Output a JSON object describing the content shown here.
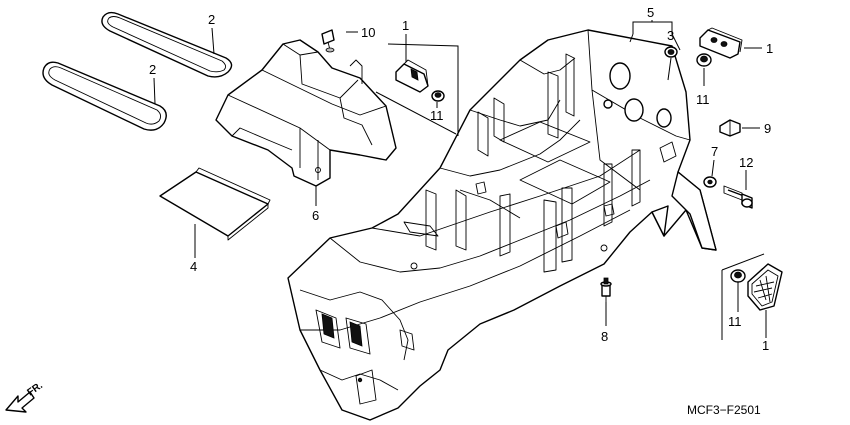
{
  "diagram_code": "MCF3−F2501",
  "direction_label": "FR.",
  "callouts": {
    "c1_top_bracket": "1",
    "c1_top_pad": "1",
    "c1_bottom_pad": "1",
    "c2_top_seal": "2",
    "c2_lower_seal": "2",
    "c3": "3",
    "c4": "4",
    "c5": "5",
    "c6": "6",
    "c7": "7",
    "c8": "8",
    "c9": "9",
    "c10": "10",
    "c11_bracket": "11",
    "c11_pad": "11",
    "c11_bottom": "11",
    "c12": "12"
  }
}
